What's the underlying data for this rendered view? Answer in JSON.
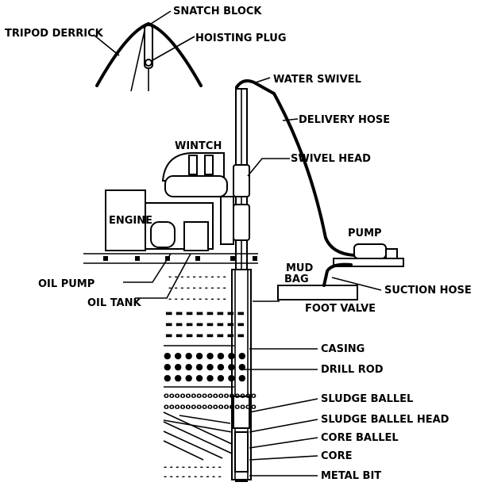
{
  "labels": {
    "snatch_block": "SNATCH BLOCK",
    "tripod_derrick": "TRIPOD DERRICK",
    "hoisting_plug": "HOISTING PLUG",
    "water_swivel": "WATER SWIVEL",
    "delivery_hose": "DELIVERY HOSE",
    "wintch": "WINTCH",
    "swivel_head": "SWIVEL HEAD",
    "engine": "ENGINE",
    "pump": "PUMP",
    "mud": "MUD",
    "bag": "BAG",
    "oil_pump": "OIL PUMP",
    "suction_hose": "SUCTION HOSE",
    "oil_tank": "OIL TANK",
    "foot_valve": "FOOT VALVE",
    "casing": "CASING",
    "drill_rod": "DRILL ROD",
    "sludge_ballel": "SLUDGE BALLEL",
    "sludge_ballel_head": "SLUDGE BALLEL HEAD",
    "core_ballel": "CORE BALLEL",
    "core": "CORE",
    "metal_bit": "METAL BIT"
  }
}
